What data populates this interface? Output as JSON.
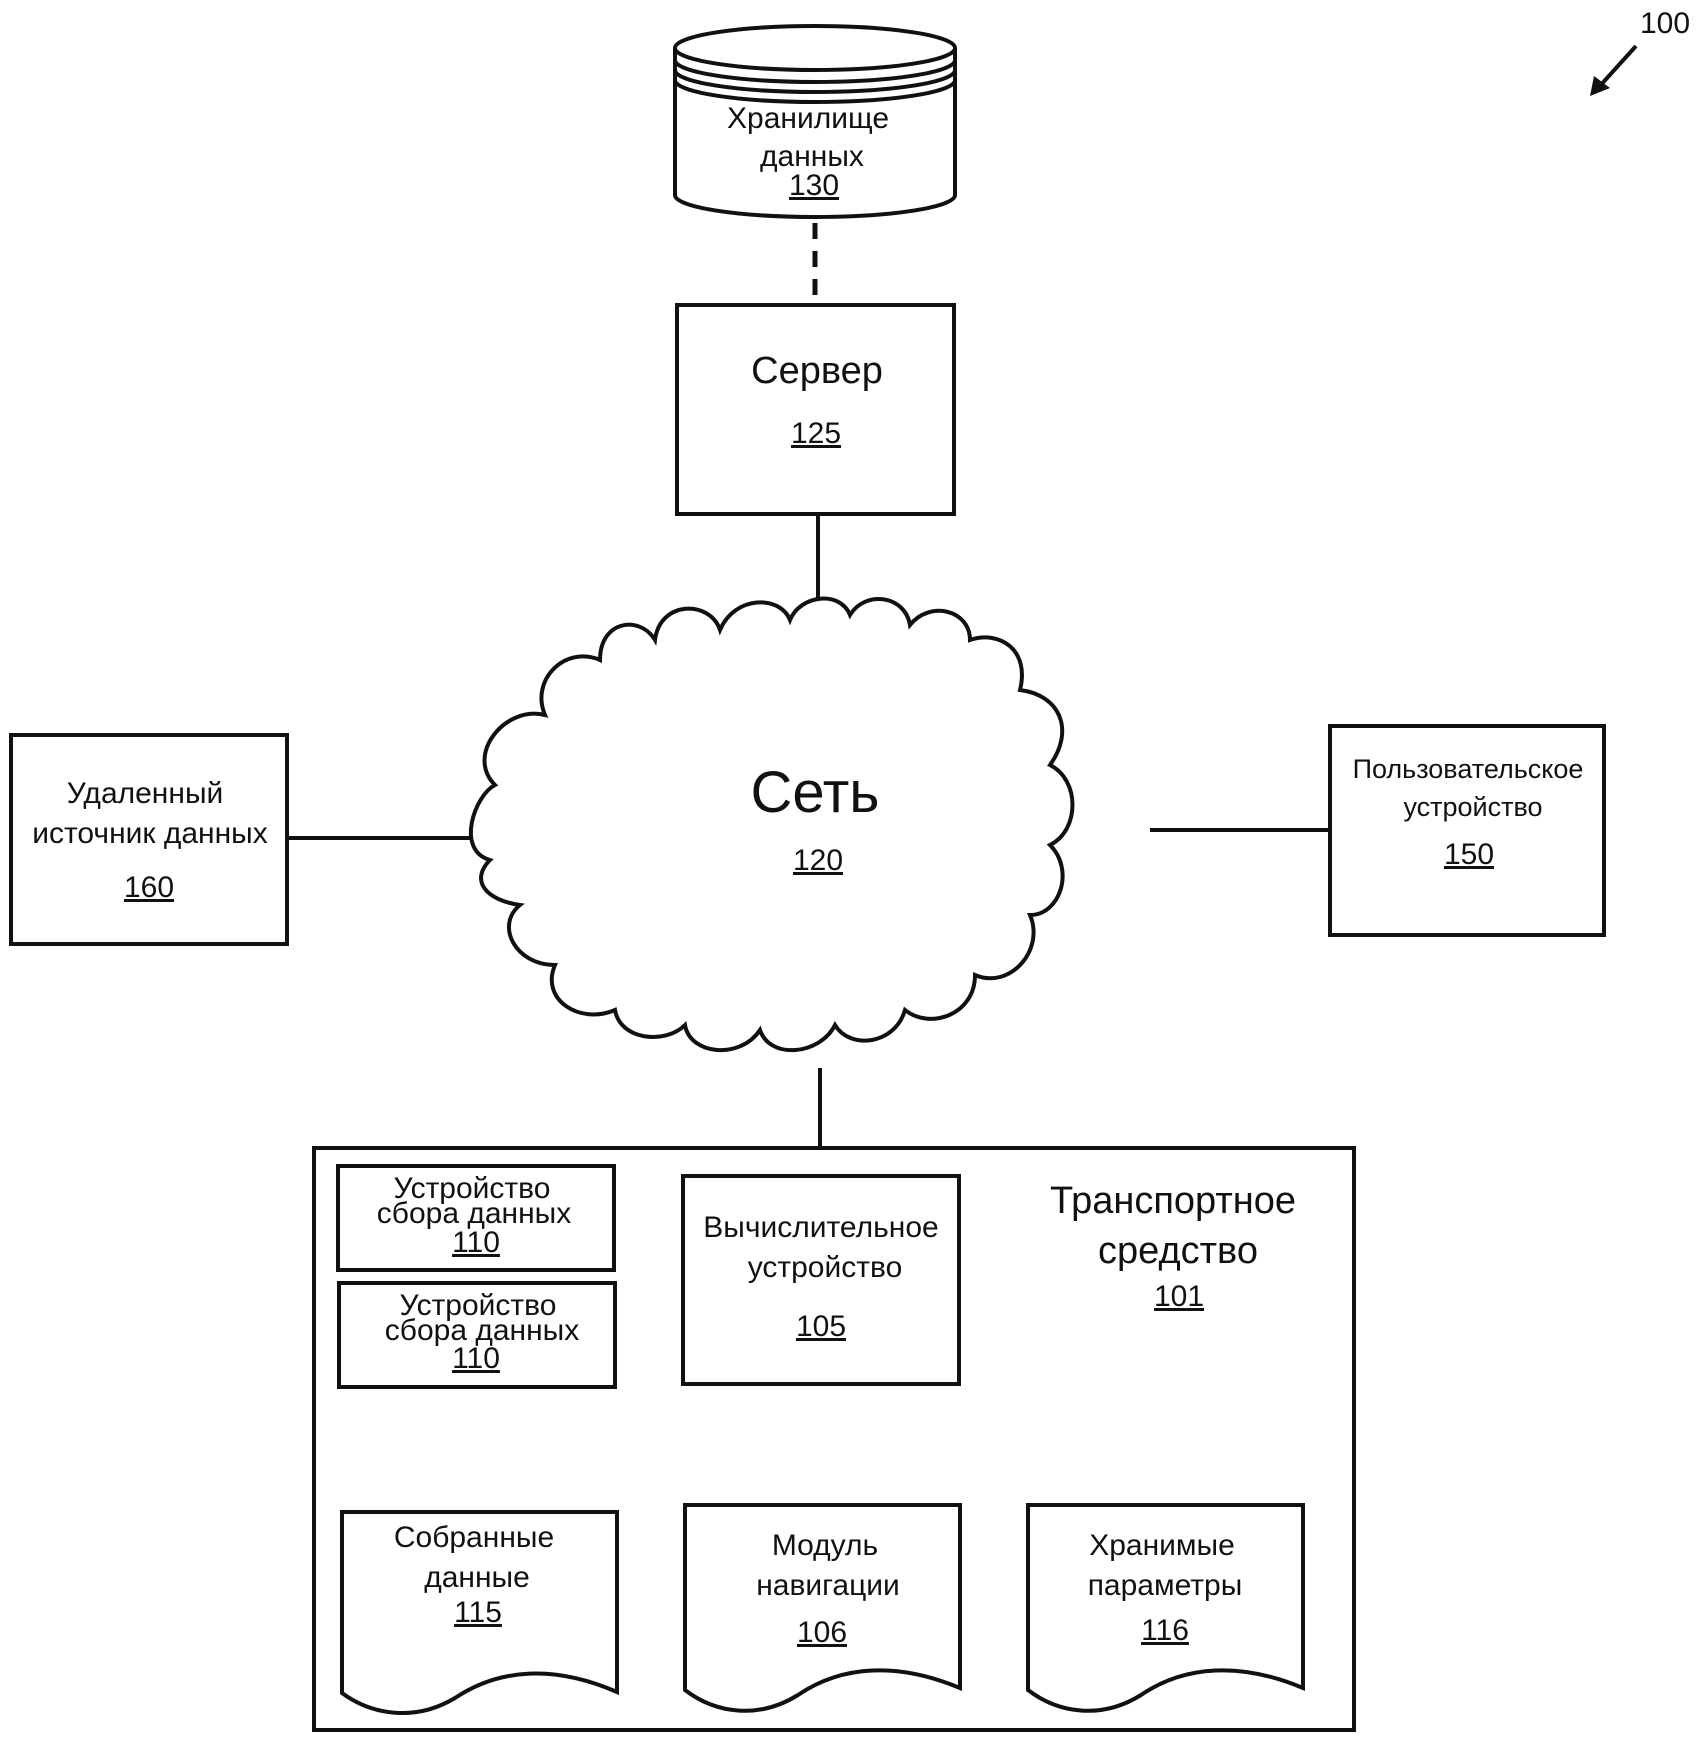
{
  "figure": {
    "ref": "100"
  },
  "nodes": {
    "storage": {
      "line1": "Хранилище",
      "line2": "данных",
      "num": "130"
    },
    "server": {
      "label": "Сервер",
      "num": "125"
    },
    "network": {
      "label": "Сеть",
      "num": "120"
    },
    "remote_source": {
      "line1": "Удаленный",
      "line2": "источник данных",
      "num": "160"
    },
    "user_device": {
      "line1": "Пользовательское",
      "line2": "устройство",
      "num": "150"
    },
    "vehicle": {
      "line1": "Транспортное",
      "line2": "средство",
      "num": "101"
    },
    "collector_1": {
      "line1": "Устройство",
      "line2": "сбора данных",
      "num": "110"
    },
    "collector_2": {
      "line1": "Устройство",
      "line2": "сбора данных",
      "num": "110"
    },
    "computing": {
      "line1": "Вычислительное",
      "line2": "устройство",
      "num": "105"
    },
    "collected": {
      "line1": "Собранные",
      "line2": "данные",
      "num": "115"
    },
    "navigation": {
      "line1": "Модуль",
      "line2": "навигации",
      "num": "106"
    },
    "params": {
      "line1": "Хранимые",
      "line2": "параметры",
      "num": "116"
    }
  },
  "colors": {
    "ink": "#111111",
    "paper": "#ffffff"
  }
}
